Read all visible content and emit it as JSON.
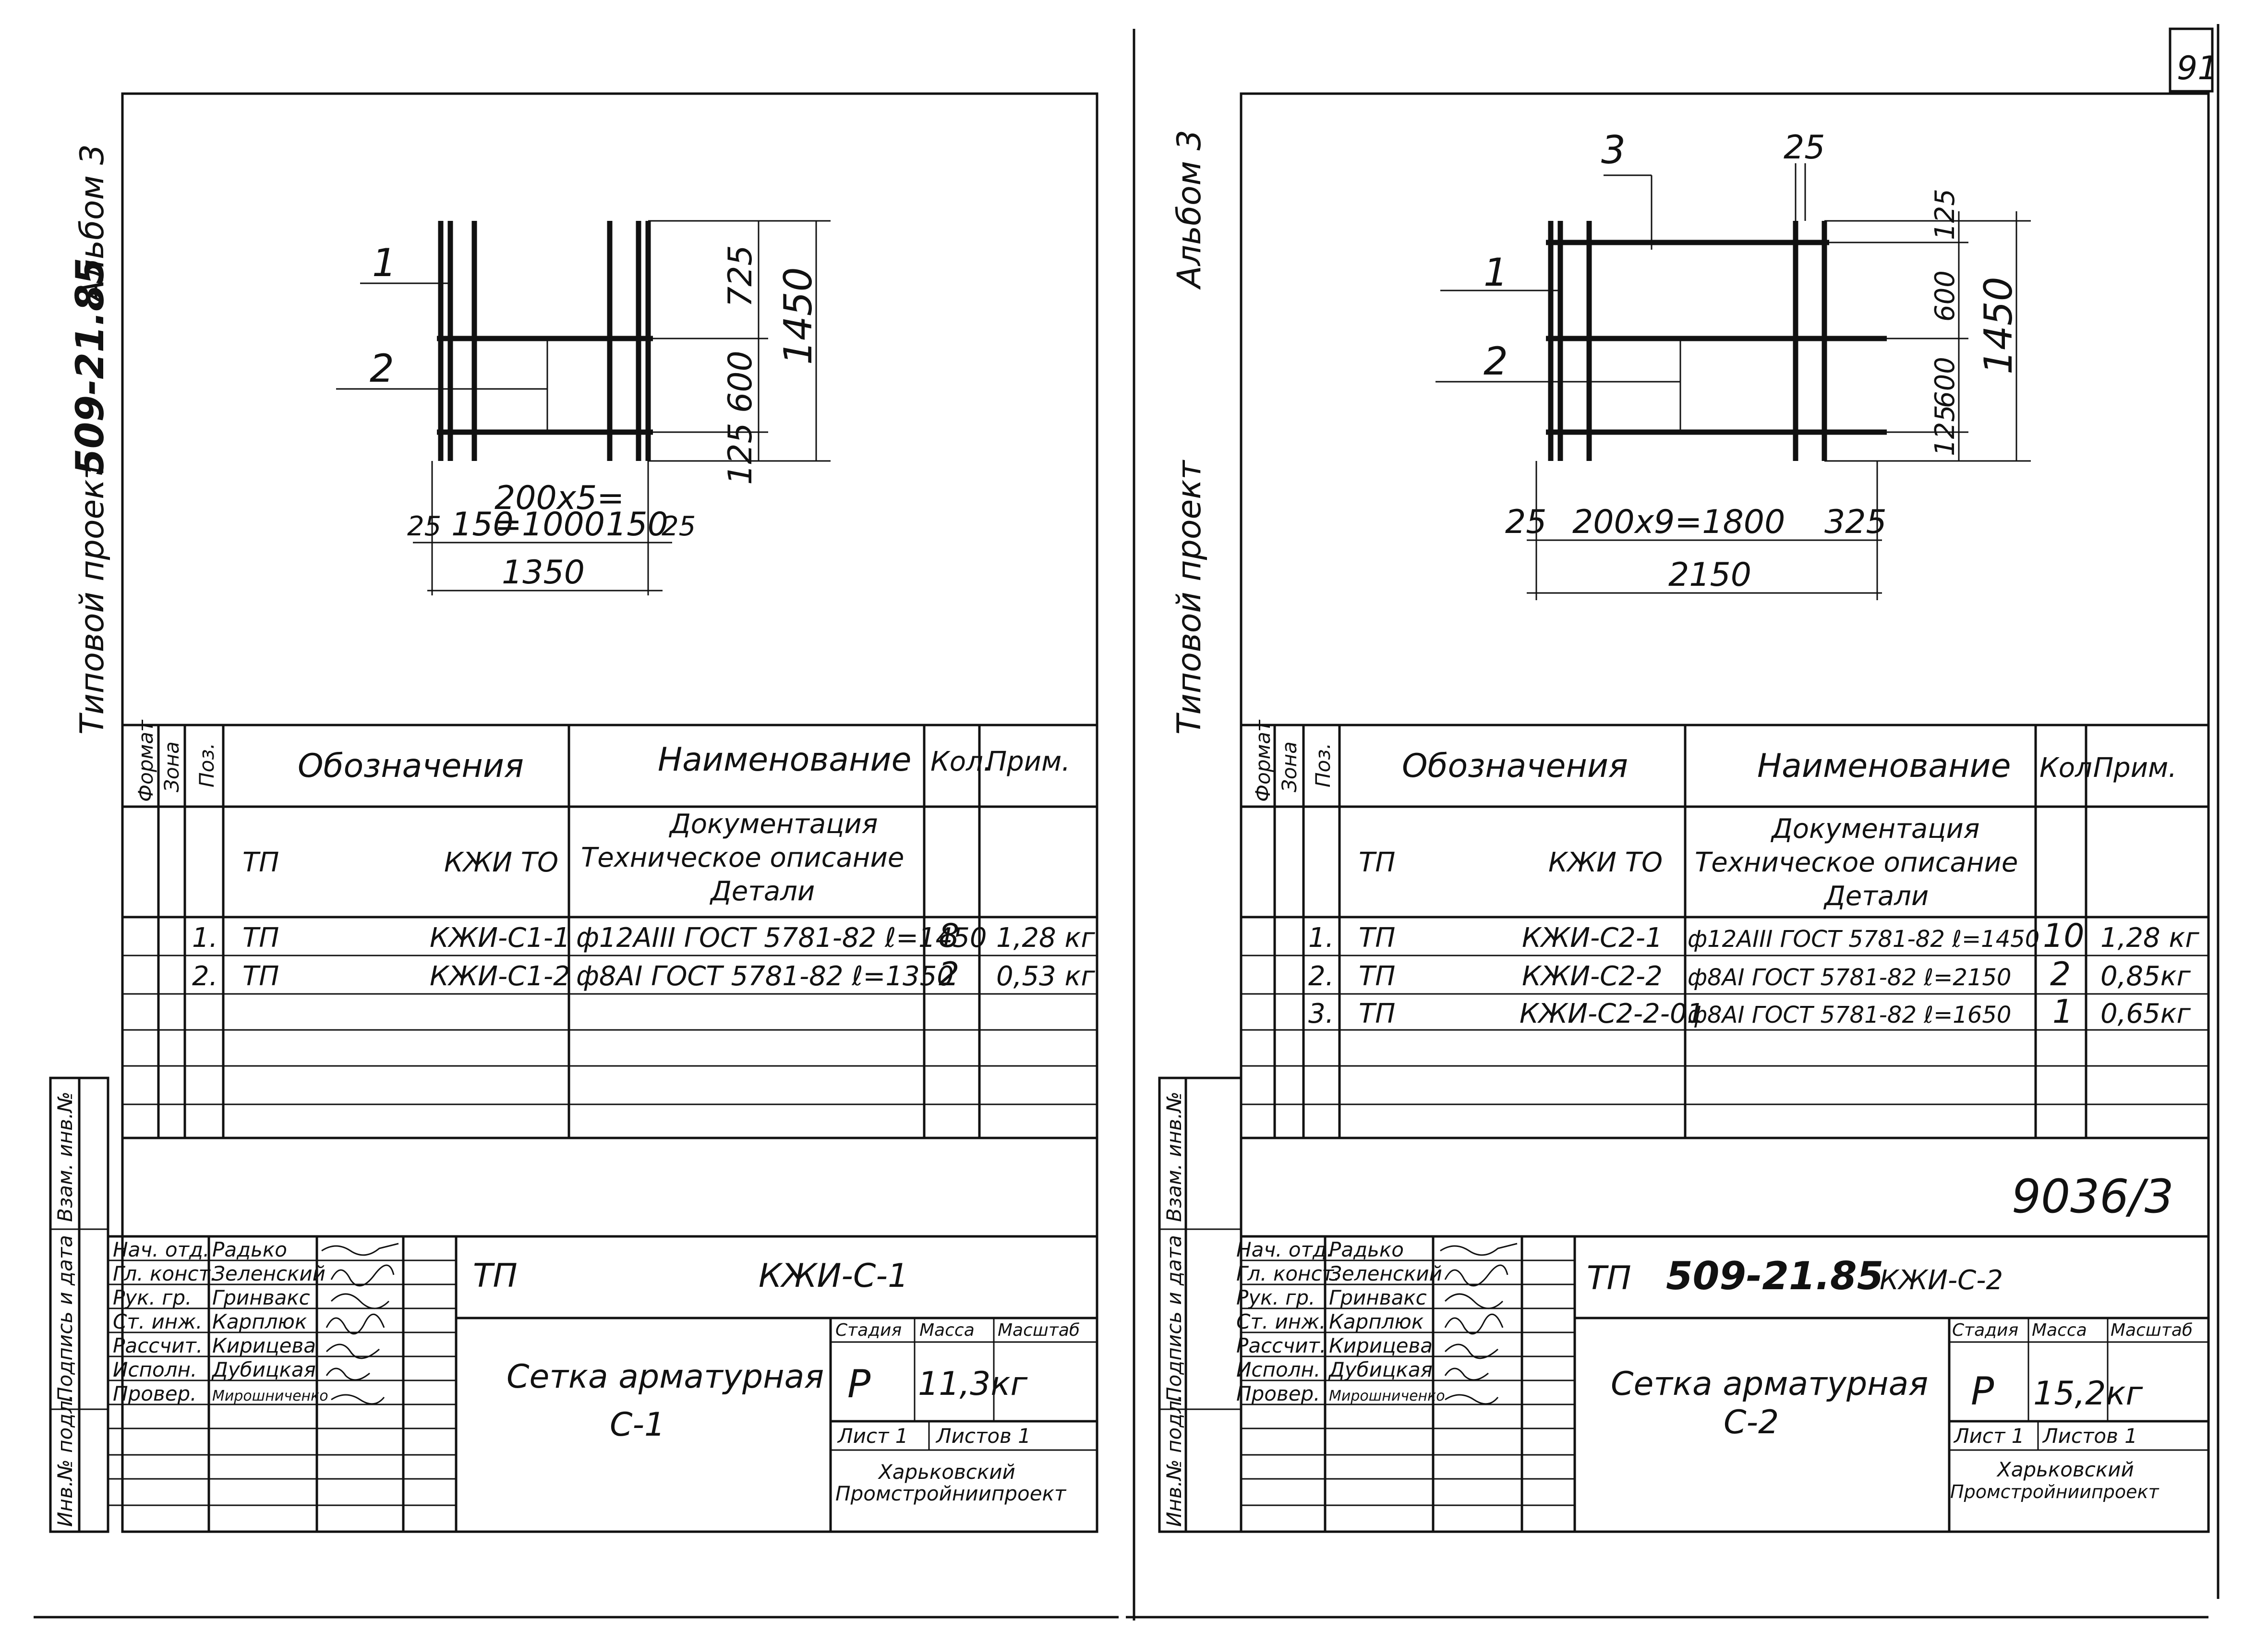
{
  "page_number": "91",
  "doc_number": "9036/3",
  "sheets": [
    {
      "side_label_album": "Альбом 3",
      "side_label_project": "Типовой проект",
      "side_label_code": "509-21.85",
      "drawing": {
        "pos_labels": [
          "1",
          "2"
        ],
        "dims_vertical": [
          "725",
          "600",
          "125",
          "1450"
        ],
        "dims_horizontal_top": "200х5=",
        "dims_horizontal": [
          "25",
          "150",
          "=1000",
          "150",
          "25"
        ],
        "dim_total": "1350"
      },
      "table": {
        "headers": {
          "format": "Формат",
          "zone": "Зона",
          "pos": "Поз.",
          "designation": "Обозначения",
          "name": "Наименование",
          "qty": "Кол.",
          "note": "Прим."
        },
        "doc_row": {
          "tp": "ТП",
          "code": "КЖИ ТО",
          "name_lines": [
            "Документация",
            "Техническое описание",
            "Детали"
          ]
        },
        "rows": [
          {
            "pos": "1.",
            "tp": "ТП",
            "code": "КЖИ-С1-1",
            "name": "ф12АIII ГОСТ 5781-82 ℓ=1450",
            "qty": "8",
            "note": "1,28 кг"
          },
          {
            "pos": "2.",
            "tp": "ТП",
            "code": "КЖИ-С1-2",
            "name": "ф8АI ГОСТ 5781-82 ℓ=1350",
            "qty": "2",
            "note": "0,53 кг"
          }
        ]
      },
      "stamp_side": [
        "Инв.№ подл.",
        "Подпись и дата",
        "Взам. инв.№"
      ],
      "stamp": {
        "roles": [
          "Нач. отд.",
          "Гл. конст.",
          "Рук. гр.",
          "Ст. инж.",
          "Рассчит.",
          "Исполн.",
          "Провер."
        ],
        "names": [
          "Радько",
          "Зеленский",
          "Гринвакс",
          "Карплюк",
          "Кирицева",
          "Дубицкая",
          "Мирошниченко"
        ],
        "tp": "ТП",
        "code": "КЖИ-С-1",
        "title": "Сетка арматурная",
        "subtitle": "С-1",
        "stage_h": "Стадия",
        "mass_h": "Масса",
        "scale_h": "Масштаб",
        "stage": "Р",
        "mass": "11,3кг",
        "sheet": "Лист 1",
        "sheets": "Листов 1",
        "org_line1": "Харьковский",
        "org_line2": "Промстройниипроект"
      }
    },
    {
      "side_label_album": "Альбом 3",
      "side_label_project": "Типовой проект",
      "drawing": {
        "pos_labels": [
          "3",
          "1",
          "2"
        ],
        "dim_25": "25",
        "dims_vertical": [
          "125",
          "600",
          "600",
          "125",
          "1450"
        ],
        "dims_horizontal": [
          "25",
          "200х9=1800",
          "325"
        ],
        "dim_total": "2150"
      },
      "table": {
        "headers": {
          "format": "Формат",
          "zone": "Зона",
          "pos": "Поз.",
          "designation": "Обозначения",
          "name": "Наименование",
          "qty": "Кол.",
          "note": "Прим."
        },
        "doc_row": {
          "tp": "ТП",
          "code": "КЖИ ТО",
          "name_lines": [
            "Документация",
            "Техническое описание",
            "Детали"
          ]
        },
        "rows": [
          {
            "pos": "1.",
            "tp": "ТП",
            "code": "КЖИ-С2-1",
            "name": "ф12АIII ГОСТ 5781-82 ℓ=1450",
            "qty": "10",
            "note": "1,28 кг"
          },
          {
            "pos": "2.",
            "tp": "ТП",
            "code": "КЖИ-С2-2",
            "name": "ф8АI ГОСТ 5781-82 ℓ=2150",
            "qty": "2",
            "note": "0,85кг"
          },
          {
            "pos": "3.",
            "tp": "ТП",
            "code": "КЖИ-С2-2-01",
            "name": "ф8АI ГОСТ 5781-82 ℓ=1650",
            "qty": "1",
            "note": "0,65кг"
          }
        ]
      },
      "stamp_side": [
        "Инв.№ подл.",
        "Подпись и дата",
        "Взам. инв.№"
      ],
      "stamp": {
        "roles": [
          "Нач. отд.",
          "Гл. конст.",
          "Рук. гр.",
          "Ст. инж.",
          "Рассчит.",
          "Исполн.",
          "Провер."
        ],
        "names": [
          "Радько",
          "Зеленский",
          "Гринвакс",
          "Карплюк",
          "Кирицева",
          "Дубицкая",
          "Мирошниченко"
        ],
        "tp": "ТП",
        "code": "509-21.85",
        "code_suffix": "КЖИ-С-2",
        "title": "Сетка арматурная",
        "subtitle": "С-2",
        "stage_h": "Стадия",
        "mass_h": "Масса",
        "scale_h": "Масштаб",
        "stage": "Р",
        "mass": "15,2кг",
        "sheet": "Лист 1",
        "sheets": "Листов 1",
        "org_line1": "Харьковский",
        "org_line2": "Промстройниипроект"
      }
    }
  ]
}
